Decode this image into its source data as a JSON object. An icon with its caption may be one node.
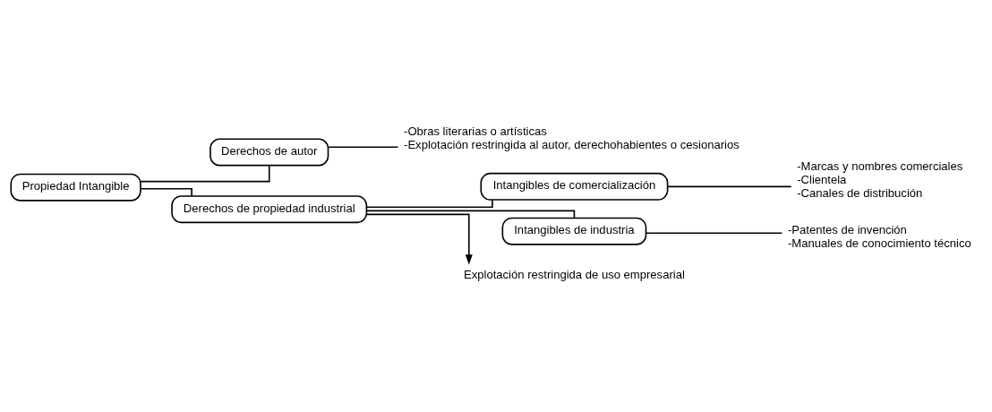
{
  "diagram": {
    "nodes": [
      {
        "text": [
          "Propiedad Intangible"
        ]
      },
      {
        "text": [
          "Derechos de autor"
        ]
      },
      {
        "text": [
          "Derechos de propiedad industrial"
        ]
      },
      {
        "text": [
          "Intangibles de comercialización"
        ]
      },
      {
        "text": [
          "Intangibles de industria"
        ]
      },
      {
        "text": [
          "-Obras literarias o artísticas",
          "-Explotación restringida al autor, derechohabientes o cesionarios"
        ]
      },
      {
        "text": [
          "-Marcas y nombres comerciales",
          "-Clientela",
          "-Canales de distribución"
        ]
      },
      {
        "text": [
          "-Patentes de invención",
          "-Manuales de conocimiento técnico"
        ]
      },
      {
        "text": [
          "Explotación restringida de uso empresarial"
        ]
      }
    ],
    "edges": [
      {
        "from": 0,
        "to": 1,
        "arrow": "none"
      },
      {
        "from": 0,
        "to": 2,
        "arrow": "none"
      },
      {
        "from": 1,
        "to": 5,
        "arrow": "none"
      },
      {
        "from": 2,
        "to": 3,
        "arrow": "none"
      },
      {
        "from": 2,
        "to": 4,
        "arrow": "none"
      },
      {
        "from": 3,
        "to": 6,
        "arrow": "none"
      },
      {
        "from": 4,
        "to": 7,
        "arrow": "none"
      },
      {
        "from": 2,
        "to": 8,
        "arrow": "to"
      }
    ]
  }
}
